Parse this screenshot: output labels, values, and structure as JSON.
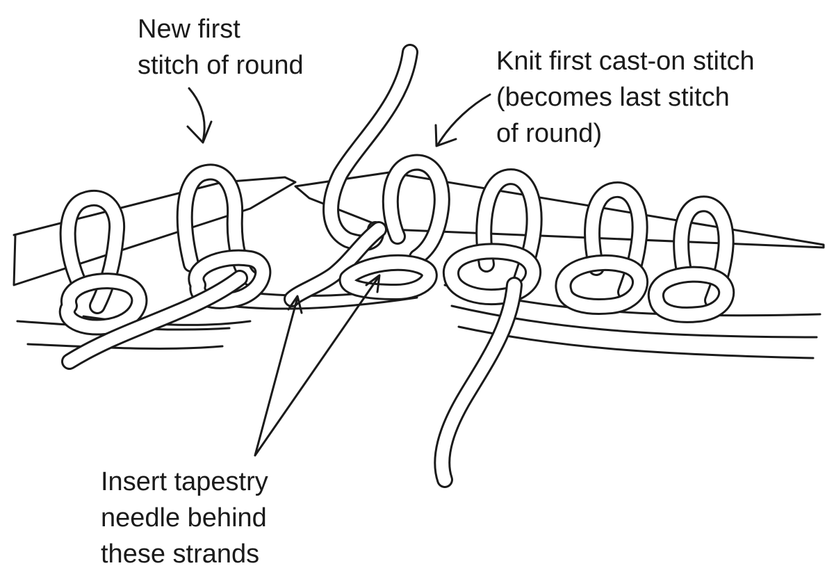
{
  "labels": {
    "new_first": [
      "New first",
      "stitch of round"
    ],
    "knit_first": [
      "Knit first cast-on stitch",
      "(becomes last stitch",
      "of round)"
    ],
    "insert": [
      "Insert tapestry",
      "needle behind",
      "these strands"
    ]
  },
  "colors": {
    "ink": "#1a1a1a",
    "paper": "#ffffff"
  }
}
